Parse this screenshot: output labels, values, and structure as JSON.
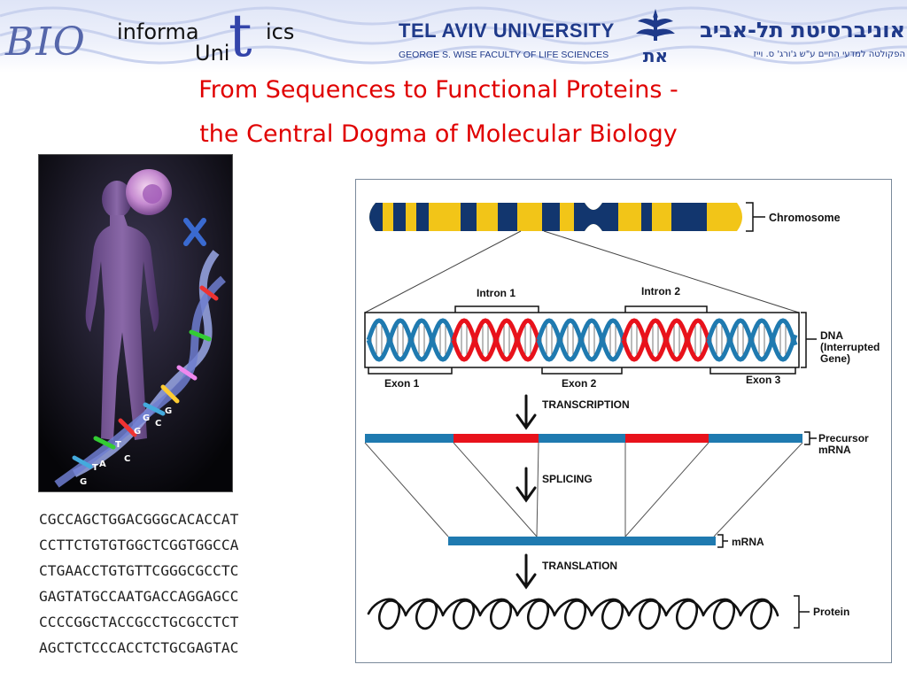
{
  "header": {
    "logo_bio": "BIO",
    "logo_inform": "informa",
    "logo_t": "t",
    "logo_ics": "ics",
    "logo_unit": "Uni",
    "university_name": "TEL AVIV UNIVERSITY",
    "faculty_name": "GEORGE S. WISE FACULTY OF LIFE SCIENCES",
    "hebrew_name": "אוניברסיטת תל-אביב",
    "hebrew_faculty": "הפקולטה למדעי החיים ע\"ש ג'ורג' ס. וייז",
    "emblem_letters": "את"
  },
  "title": {
    "line1": "From Sequences to Functional Proteins -",
    "line2": "the Central Dogma of Molecular Biology"
  },
  "photo": {
    "bases": [
      "G",
      "C",
      "G",
      "T",
      "C",
      "A",
      "G",
      "T",
      "G"
    ]
  },
  "sequence_lines": [
    "CGCCAGCTGGACGGGCACACCAT",
    "CCTTCTGTGTGGCTCGGTGGCCA",
    "CTGAACCTGTGTTCGGGCGCCTC",
    "GAGTATGCCAATGACCAGGAGCC",
    "CCCCGGCTACCGCCTGCGCCTCT",
    "AGCTCTCCCACCTCTGCGAGTAC"
  ],
  "diagram": {
    "chromosome": "Chromosome",
    "intron1": "Intron 1",
    "intron2": "Intron 2",
    "dna": "DNA",
    "dna_sub1": "(Interrupted",
    "dna_sub2": "Gene)",
    "exon1": "Exon 1",
    "exon2": "Exon 2",
    "exon3": "Exon 3",
    "transcription": "TRANSCRIPTION",
    "precursor1": "Precursor",
    "precursor2": "mRNA",
    "splicing": "SPLICING",
    "mrna": "mRNA",
    "translation": "TRANSLATION",
    "protein": "Protein",
    "colors": {
      "exon": "#1f7ab0",
      "intron": "#e8121b",
      "chromosome_yellow": "#f2c518",
      "chromosome_blue": "#12366e"
    }
  }
}
